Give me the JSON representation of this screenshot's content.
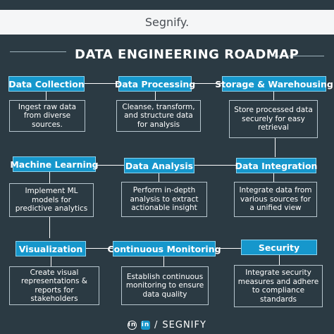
{
  "brand": "Segnify.",
  "title": "DATA ENGINEERING ROADMAP",
  "steps": [
    {
      "label": "Data Collection",
      "desc": "Ingest raw data from diverse sources."
    },
    {
      "label": "Data Processing",
      "desc": "Cleanse, transform, and structure data for analysis"
    },
    {
      "label": "Storage & Warehousing",
      "desc": "Store processed data securely for easy retrieval"
    },
    {
      "label": "Data Integration",
      "desc": "Integrate data from various sources for a unified view"
    },
    {
      "label": "Data Analysis",
      "desc": "Perform in-depth analysis to extract actionable insight"
    },
    {
      "label": "Machine Learning",
      "desc": "Implement ML models for predictive analytics"
    },
    {
      "label": "Visualization",
      "desc": "Create visual representations & reports for stakeholders"
    },
    {
      "label": "Continuous Monitoring",
      "desc": "Establish continuous monitoring to ensure data quality"
    },
    {
      "label": "Security",
      "desc": "Integrate security measures and adhere to compliance standards"
    }
  ],
  "footer": {
    "icon1": "linkedin-icon",
    "icon2": "linkedin-icon",
    "separator": "/",
    "name": "SEGNIFY"
  }
}
